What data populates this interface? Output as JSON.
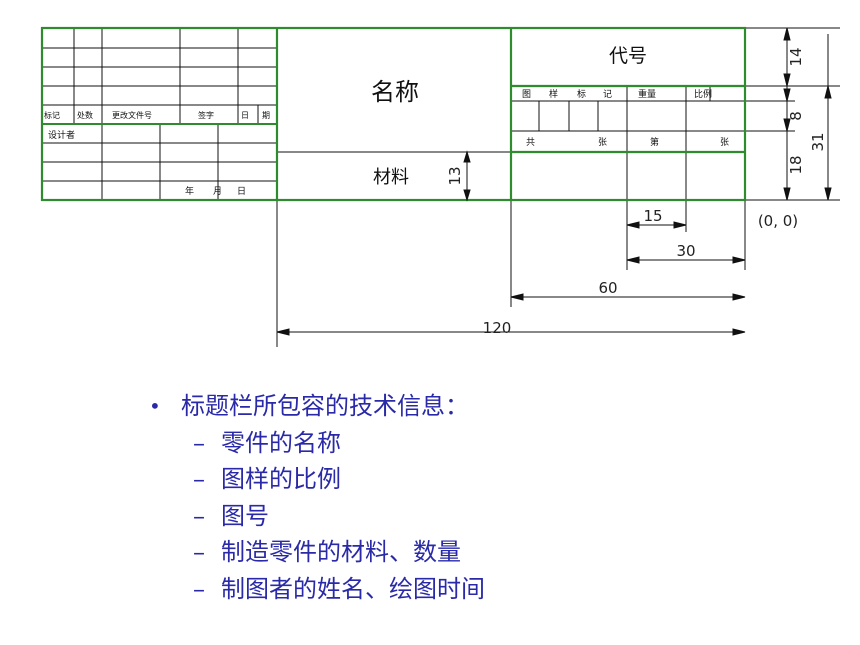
{
  "title_block": {
    "name_label": "名称",
    "code_label": "代号",
    "material_label": "材料",
    "revision_header": [
      "标记",
      "处数",
      "更改文件号",
      "签字",
      "日",
      "期"
    ],
    "designer_label": "设计者",
    "date_labels": [
      "年",
      "月",
      "日"
    ],
    "sample_header": [
      "图",
      "样",
      "标",
      "记"
    ],
    "quantity_label": "重量",
    "scale_label": "比例",
    "sheets_total": [
      "共",
      "张"
    ],
    "sheet_no": [
      "第",
      "张"
    ]
  },
  "dimensions": {
    "height_top": "14",
    "height_mid": "8",
    "height_bottom": "18",
    "height_total": "31",
    "material_height": "13",
    "width_15": "15",
    "width_30": "30",
    "width_60": "60",
    "width_120": "120",
    "origin": "(0, 0)"
  },
  "bullets": {
    "main": "标题栏所包容的技术信息：",
    "items": [
      "零件的名称",
      "图样的比例",
      "图号",
      "制造零件的材料、数量",
      "制图者的姓名、绘图时间"
    ]
  },
  "colors": {
    "border": "#2e8b2e",
    "text_blue": "#2a2aa8"
  }
}
